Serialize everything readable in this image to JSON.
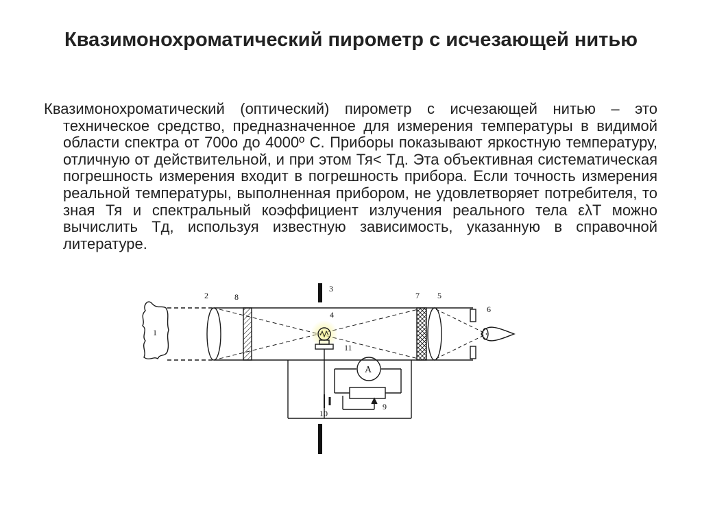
{
  "slide": {
    "title": "Квазимонохроматический пирометр с исчезающей нитью",
    "paragraph": "Квазимонохроматический (оптический) пирометр с исчезающей нитью – это техническое средство, предназначенное для измерения температуры в видимой области спектра от 700о до 4000º С. Приборы показывают яркостную температуру, отличную от действительной, и при этом Тя< Тд. Эта объективная систематическая погрешность измерения входит в погрешность прибора. Если точность измерения реальной температуры, выполненная прибором, не удовлетворяет потребителя, то зная Тя и спектральный коэффициент излучения реального тела ελT можно вычислить Тд, используя известную зависимость, указанную в справочной литературе."
  },
  "diagram": {
    "labels": {
      "l1": "1",
      "l2": "2",
      "l3": "3",
      "l4": "4",
      "l5": "5",
      "l6": "6",
      "l7": "7",
      "l8": "8",
      "l9": "9",
      "l10": "10",
      "l11": "11",
      "ammeter": "A"
    },
    "colors": {
      "stroke": "#1a1a1a",
      "lamp_glow": "#f5f08a"
    }
  }
}
